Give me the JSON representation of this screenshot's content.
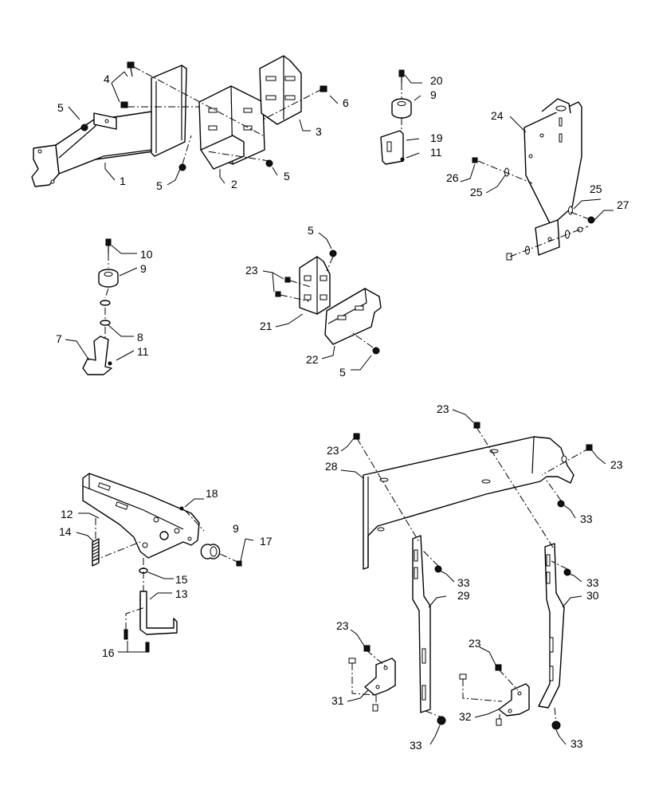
{
  "callouts": {
    "c1": "1",
    "c2": "2",
    "c3": "3",
    "c4": "4",
    "c5a": "5",
    "c5b": "5",
    "c5c": "5",
    "c5d": "5",
    "c5e": "5",
    "c6": "6",
    "c7": "7",
    "c8": "8",
    "c9a": "9",
    "c9b": "9",
    "c9c": "9",
    "c10": "10",
    "c11a": "11",
    "c11b": "11",
    "c12": "12",
    "c13": "13",
    "c14": "14",
    "c15": "15",
    "c16": "16",
    "c17": "17",
    "c18": "18",
    "c19": "19",
    "c20": "20",
    "c21": "21",
    "c22": "22",
    "c23a": "23",
    "c23b": "23",
    "c23c": "23",
    "c23d": "23",
    "c23e": "23",
    "c23f": "23",
    "c24": "24",
    "c25a": "25",
    "c25b": "25",
    "c26": "26",
    "c27": "27",
    "c28": "28",
    "c29": "29",
    "c30": "30",
    "c31": "31",
    "c32": "32",
    "c33a": "33",
    "c33b": "33",
    "c33c": "33",
    "c33d": "33",
    "c33e": "33"
  }
}
